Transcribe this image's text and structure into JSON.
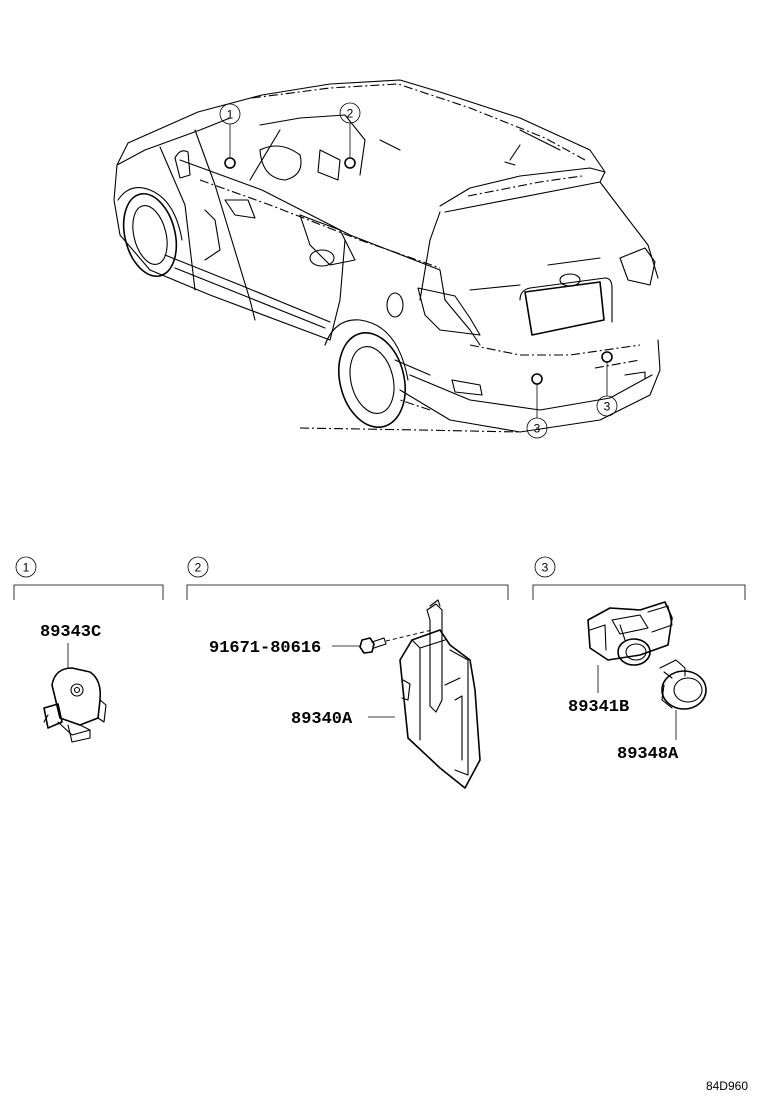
{
  "callouts": {
    "c1": "1",
    "c2": "2",
    "c3a": "3",
    "c3b": "3"
  },
  "groups": [
    {
      "number": "1",
      "parts": [
        "89343C"
      ]
    },
    {
      "number": "2",
      "parts": [
        "91671-80616",
        "89340A"
      ]
    },
    {
      "number": "3",
      "parts": [
        "89341B",
        "89348A"
      ]
    }
  ],
  "diagram_code": "84D960"
}
